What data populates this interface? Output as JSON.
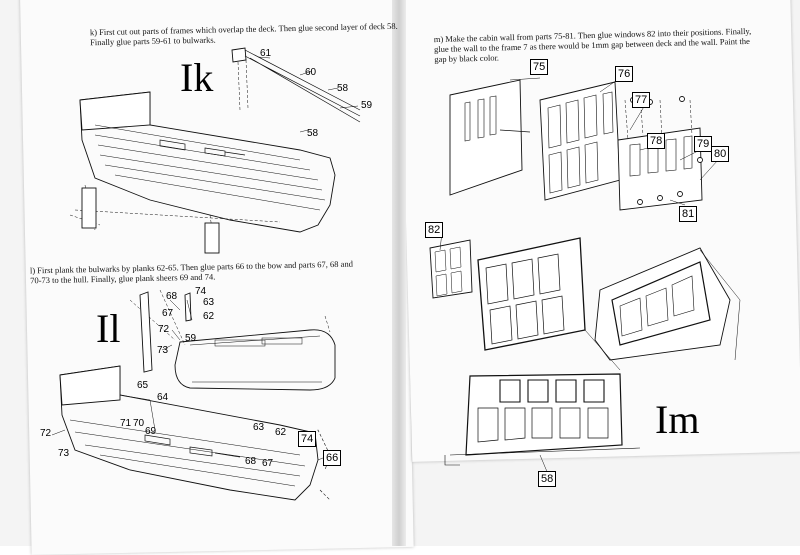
{
  "left_page": {
    "step_k": {
      "text_line1": "k) First cut out parts of frames which overlap the deck. Then glue second layer of deck 58.",
      "text_line2": "Finally glue parts 59-61 to bulwarks.",
      "label": "Ik",
      "callouts": [
        "61",
        "60",
        "58",
        "59",
        "58"
      ]
    },
    "step_l": {
      "text_line1": "l) First plank the bulwarks by planks 62-65. Then glue parts 66 to the bow and parts 67, 68 and",
      "text_line2": "70-73 to the hull. Finally, glue plank sheers 69 and 74.",
      "label": "Il",
      "callouts_upper": [
        "68",
        "74",
        "63",
        "67",
        "62",
        "72",
        "59",
        "73"
      ],
      "callouts_lower": [
        "65",
        "64",
        "71",
        "70",
        "69",
        "72",
        "73",
        "63",
        "62",
        "68",
        "67",
        "74",
        "66"
      ]
    }
  },
  "right_page": {
    "step_m": {
      "text_line1": "m) Make the cabin wall from parts 75-81. Then glue windows 82 into their positions. Finally,",
      "text_line2": "glue the wall to the frame 7 as there would be 1mm gap between deck and the wall. Paint the",
      "text_line3": "gap by black color.",
      "label": "Im",
      "callouts": [
        "75",
        "76",
        "77",
        "78",
        "79",
        "80",
        "81",
        "82",
        "58"
      ]
    }
  }
}
